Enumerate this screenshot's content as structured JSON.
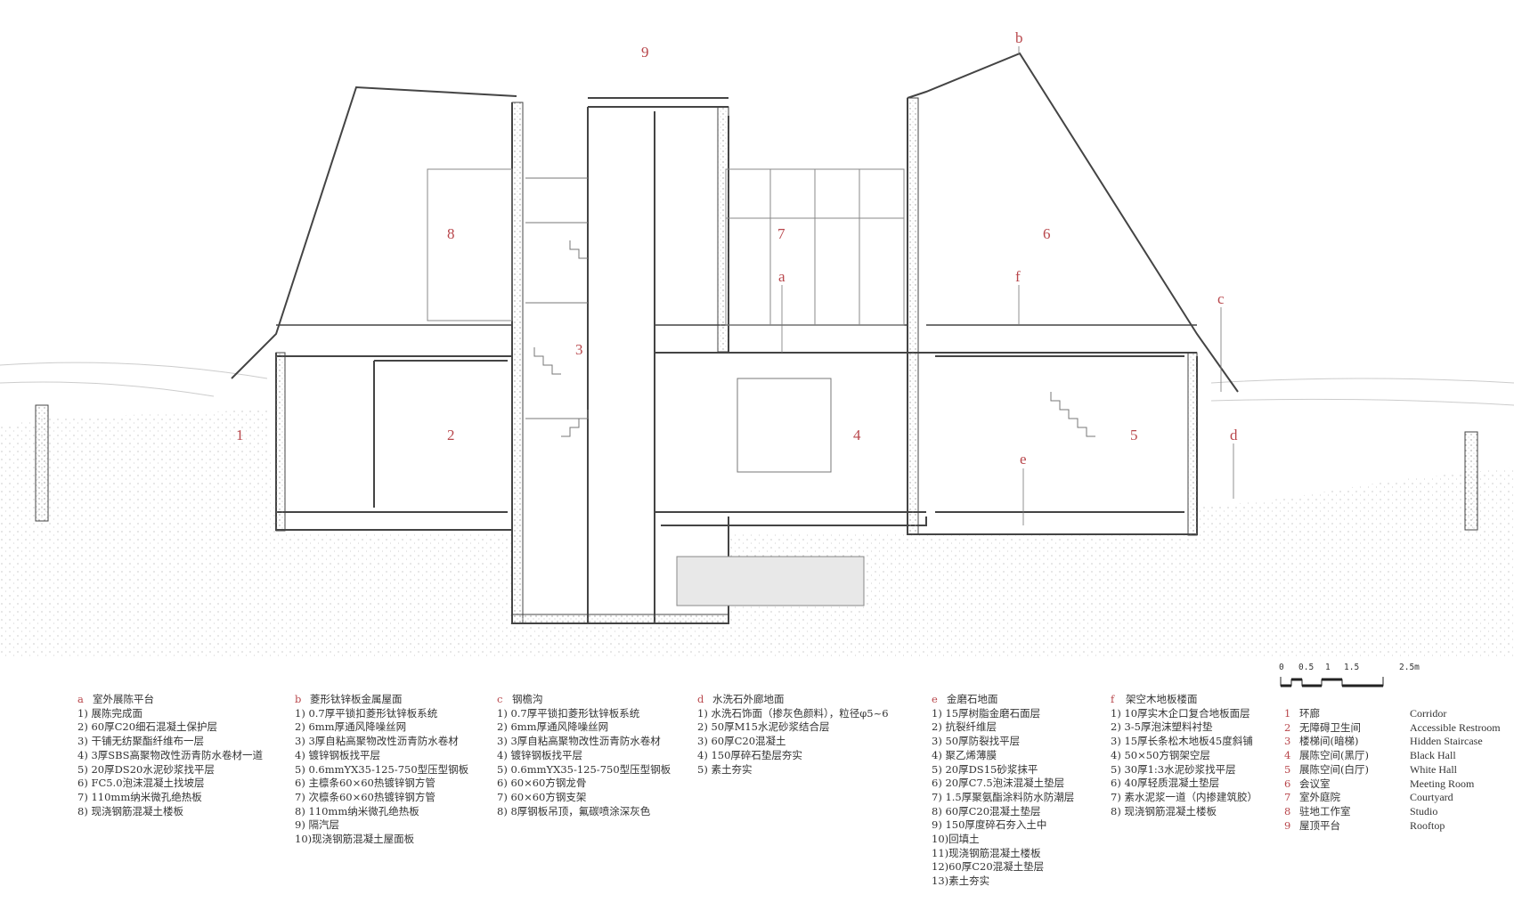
{
  "drawing": {
    "labels": [
      "9",
      "8",
      "7",
      "6",
      "a",
      "f",
      "c",
      "3",
      "1",
      "2",
      "4",
      "5",
      "d",
      "e",
      "b"
    ],
    "line_color": "#555555",
    "label_color": "#b8464b"
  },
  "scale_bar": {
    "ticks": [
      "0",
      "0.5",
      "1",
      "1.5",
      "2.5m"
    ]
  },
  "legend": [
    {
      "key": "a",
      "title": "室外展陈平台",
      "items": [
        "1) 展陈完成面",
        "2) 60厚C20细石混凝土保护层",
        "3) 干铺无纺聚酯纤维布一层",
        "4) 3厚SBS高聚物改性沥青防水卷材一道",
        "5) 20厚DS20水泥砂浆找平层",
        "6) FC5.0泡沫混凝土找坡层",
        "7) 110mm纳米微孔绝热板",
        "8) 现浇钢筋混凝土楼板"
      ]
    },
    {
      "key": "b",
      "title": "菱形钛锌板金属屋面",
      "items": [
        "1) 0.7厚平锁扣菱形钛锌板系统",
        "2) 6mm厚通风降噪丝网",
        "3) 3厚自粘高聚物改性沥青防水卷材",
        "4) 镀锌钢板找平层",
        "5) 0.6mmYX35-125-750型压型钢板",
        "6) 主檩条60×60热镀锌钢方管",
        "7) 次檩条60×60热镀锌钢方管",
        "8) 110mm纳米微孔绝热板",
        "9) 隔汽层",
        "10)现浇钢筋混凝土屋面板"
      ]
    },
    {
      "key": "c",
      "title": "钢檐沟",
      "items": [
        "1) 0.7厚平锁扣菱形钛锌板系统",
        "2) 6mm厚通风降噪丝网",
        "3) 3厚自粘高聚物改性沥青防水卷材",
        "4) 镀锌钢板找平层",
        "5) 0.6mmYX35-125-750型压型钢板",
        "6) 60×60方钢龙骨",
        "7) 60×60方钢支架",
        "8) 8厚钢板吊顶，氟碳喷涂深灰色"
      ]
    },
    {
      "key": "d",
      "title": "水洗石外廊地面",
      "items": [
        "1) 水洗石饰面（掺灰色颜料），粒径φ5~6",
        "2) 50厚M15水泥砂浆结合层",
        "3) 60厚C20混凝土",
        "4) 150厚碎石垫层夯实",
        "5) 素土夯实"
      ]
    },
    {
      "key": "e",
      "title": "金磨石地面",
      "items": [
        "1) 15厚树脂金磨石面层",
        "2) 抗裂纤维层",
        "3) 50厚防裂找平层",
        "4) 聚乙烯薄膜",
        "5) 20厚DS15砂浆抹平",
        "6) 20厚C7.5泡沫混凝土垫层",
        "7) 1.5厚聚氨酯涂料防水防潮层",
        "8) 60厚C20混凝土垫层",
        "9) 150厚度碎石夯入土中",
        "10)回填土",
        "11)现浇钢筋混凝土楼板",
        "12)60厚C20混凝土垫层",
        "13)素土夯实"
      ]
    },
    {
      "key": "f",
      "title": "架空木地板楼面",
      "items": [
        "1) 10厚实木企口复合地板面层",
        "2) 3-5厚泡沫塑料衬垫",
        "3) 15厚长条松木地板45度斜铺",
        "4) 50×50方钢架空层",
        "5) 30厚1:3水泥砂浆找平层",
        "6) 40厚轻质混凝土垫层",
        "7) 素水泥浆一道（内掺建筑胶）",
        "8) 现浇钢筋混凝土楼板"
      ]
    }
  ],
  "rooms": [
    {
      "num": "1",
      "zh": "环廊",
      "en": "Corridor"
    },
    {
      "num": "2",
      "zh": "无障碍卫生间",
      "en": "Accessible Restroom"
    },
    {
      "num": "3",
      "zh": "楼梯间(暗梯)",
      "en": "Hidden Staircase"
    },
    {
      "num": "4",
      "zh": "展陈空间(黑厅)",
      "en": "Black Hall"
    },
    {
      "num": "5",
      "zh": "展陈空间(白厅)",
      "en": "White Hall"
    },
    {
      "num": "6",
      "zh": "会议室",
      "en": "Meeting Room"
    },
    {
      "num": "7",
      "zh": "室外庭院",
      "en": "Courtyard"
    },
    {
      "num": "8",
      "zh": "驻地工作室",
      "en": "Studio"
    },
    {
      "num": "9",
      "zh": "屋顶平台",
      "en": "Rooftop"
    }
  ]
}
